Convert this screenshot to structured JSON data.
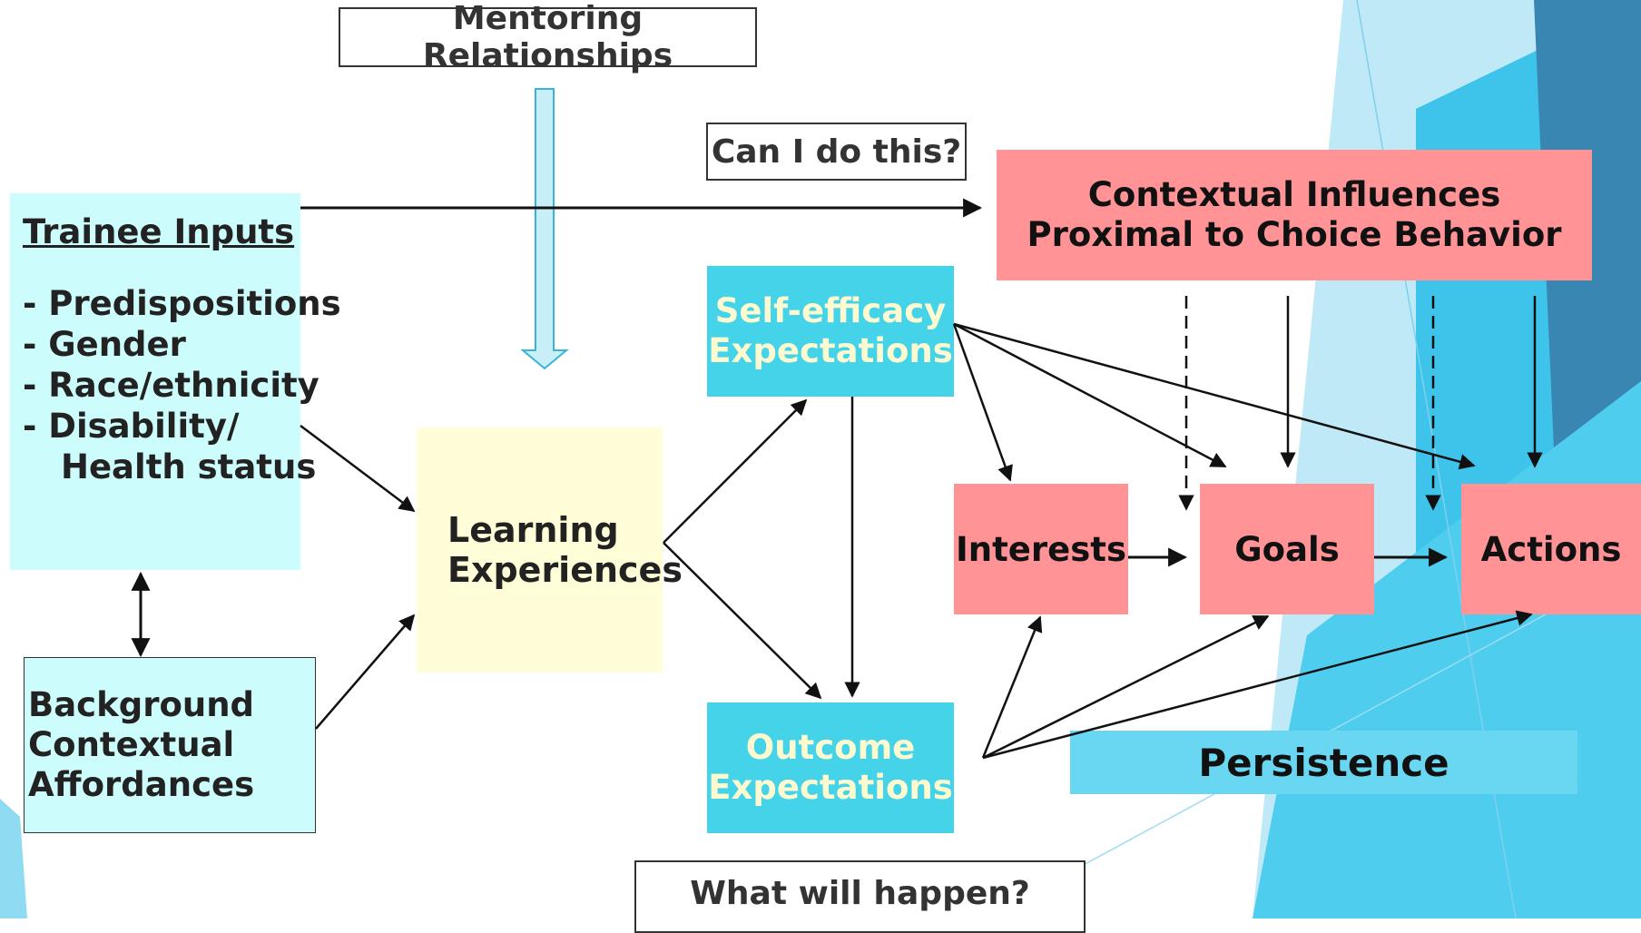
{
  "mentoring": {
    "label": "Mentoring Relationships"
  },
  "can_i": {
    "label": "Can I do this?"
  },
  "what_happen": {
    "label": "What will happen?"
  },
  "trainee": {
    "title": "Trainee Inputs",
    "items": [
      "- Predispositions",
      "- Gender",
      "- Race/ethnicity",
      "- Disability/",
      "Health status"
    ]
  },
  "background": {
    "lines": [
      "Background",
      "Contextual",
      "Affordances"
    ]
  },
  "learning": {
    "lines": [
      "Learning",
      "Experiences"
    ]
  },
  "self_efficacy": {
    "lines": [
      "Self-efficacy",
      "Expectations"
    ]
  },
  "outcome": {
    "lines": [
      "Outcome",
      "Expectations"
    ]
  },
  "contextual": {
    "lines": [
      "Contextual Influences",
      "Proximal to Choice Behavior"
    ]
  },
  "interests": {
    "label": "Interests"
  },
  "goals": {
    "label": "Goals"
  },
  "actions": {
    "label": "Actions"
  },
  "persistence": {
    "label": "Persistence"
  },
  "colors": {
    "teal_box": "#44d3e8",
    "pink_box": "#ff9396",
    "light_cyan_box": "#ccfcfc",
    "yellow_box": "#fffed8",
    "teal_text": "#fdfad0",
    "persistence_bar": "#6ad7f2",
    "decor_dark": "#3a86b3",
    "decor_mid": "#3ec4ea",
    "decor_light": "#bfe9f7"
  }
}
